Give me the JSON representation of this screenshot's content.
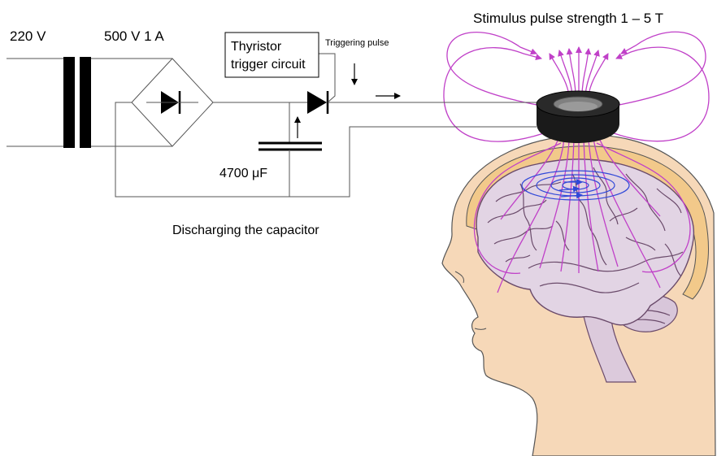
{
  "labels": {
    "mains_voltage": "220 V",
    "secondary_rating": "500 V  1 A",
    "trigger_circuit_line1": "Thyristor",
    "trigger_circuit_line2": "trigger circuit",
    "triggering_pulse": "Triggering pulse",
    "capacitance": "4700 μF",
    "discharge_caption": "Discharging the capacitor",
    "stimulus_strength": "Stimulus pulse strength 1 – 5 T"
  },
  "colors": {
    "skin": "#f6d8b8",
    "skin_outline": "#555555",
    "skull": "#f2c98a",
    "brain": "#e2d4e4",
    "brain_outline": "#6a4a6a",
    "field_lines": "#c040c8",
    "eddy_currents": "#3048d8",
    "coil": "#1a1a1a",
    "coil_inner": "#808080"
  }
}
